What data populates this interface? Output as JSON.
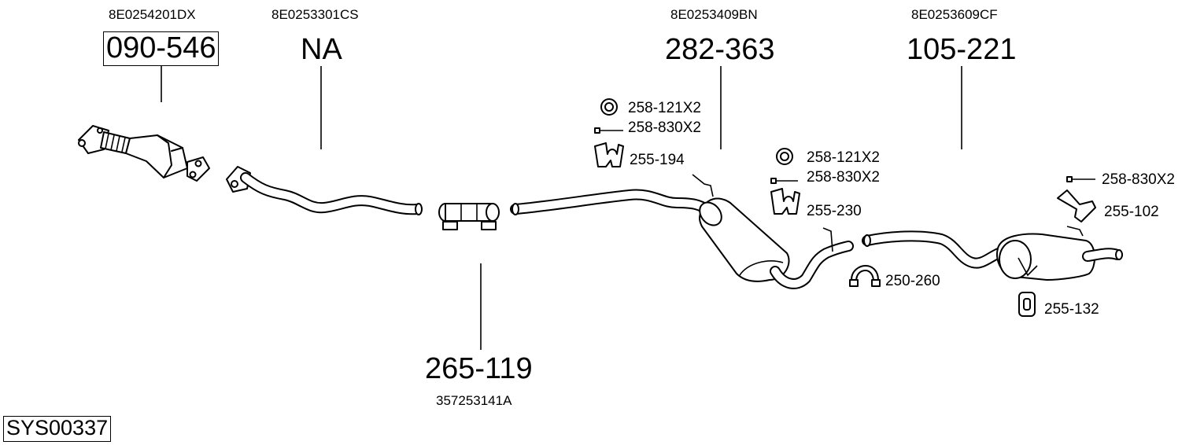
{
  "system_id": "SYS00337",
  "sections": [
    {
      "oe": "8E0254201DX",
      "number": "090-546",
      "boxed": true
    },
    {
      "oe": "8E0253301CS",
      "number": "NA",
      "boxed": false
    },
    {
      "oe": "8E0253409BN",
      "number": "282-363",
      "boxed": false
    },
    {
      "oe": "8E0253609CF",
      "number": "105-221",
      "boxed": false
    },
    {
      "oe": "357253141A",
      "number": "265-119",
      "boxed": false
    }
  ],
  "accessories": {
    "mid_ring": "258-121X2",
    "mid_bolt": "258-830X2",
    "mid_hanger": "255-194",
    "rear_ring": "258-121X2",
    "rear_bolt": "258-830X2",
    "rear_hanger": "255-230",
    "clamp": "250-260",
    "tail_bolt": "258-830X2",
    "tail_hanger": "255-102",
    "tail_mount": "255-132"
  }
}
